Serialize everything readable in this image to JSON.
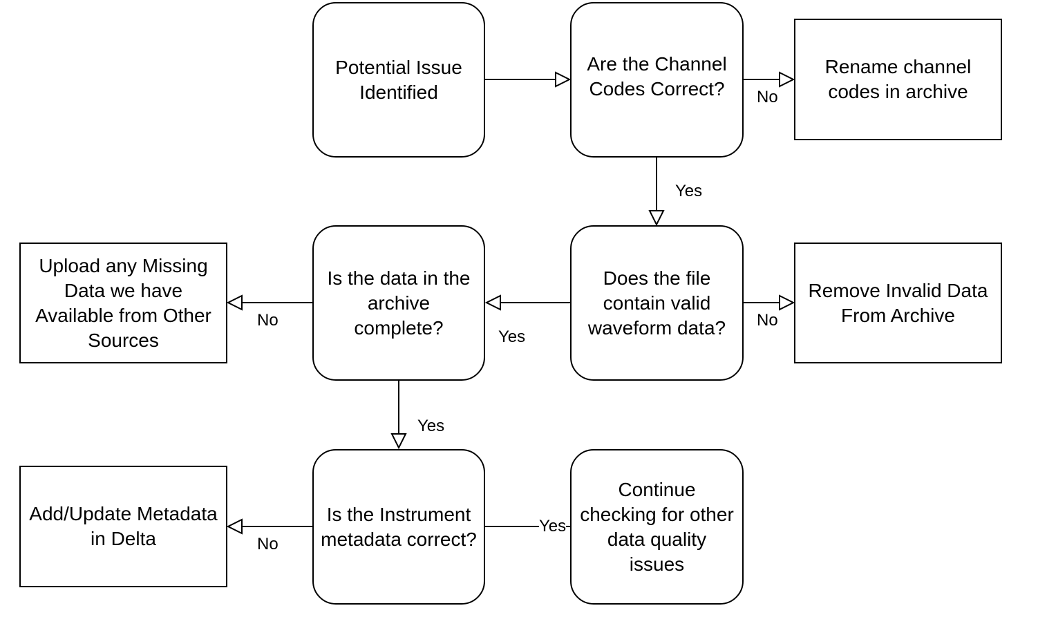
{
  "nodes": {
    "potential_issue": "Potential Issue\nIdentified",
    "channel_codes": "Are the Channel\nCodes Correct?",
    "rename_codes": "Rename channel\ncodes in archive",
    "valid_waveform": "Does the file\ncontain valid\nwaveform data?",
    "remove_invalid": "Remove Invalid Data\nFrom Archive",
    "archive_complete": "Is the data in the\narchive\ncomplete?",
    "upload_missing": "Upload any Missing\nData we have\nAvailable from Other\nSources",
    "metadata_correct": "Is the Instrument\nmetadata correct?",
    "add_update_metadata": "Add/Update Metadata\nin Delta",
    "continue_checking": "Continue\nchecking for other\ndata quality\nissues"
  },
  "edge_labels": {
    "codes_no": "No",
    "codes_yes": "Yes",
    "waveform_no": "No",
    "waveform_yes": "Yes",
    "complete_no": "No",
    "complete_yes": "Yes",
    "metadata_no": "No",
    "metadata_yes": "Yes"
  },
  "colors": {
    "stroke": "#000000",
    "fill": "#ffffff"
  }
}
